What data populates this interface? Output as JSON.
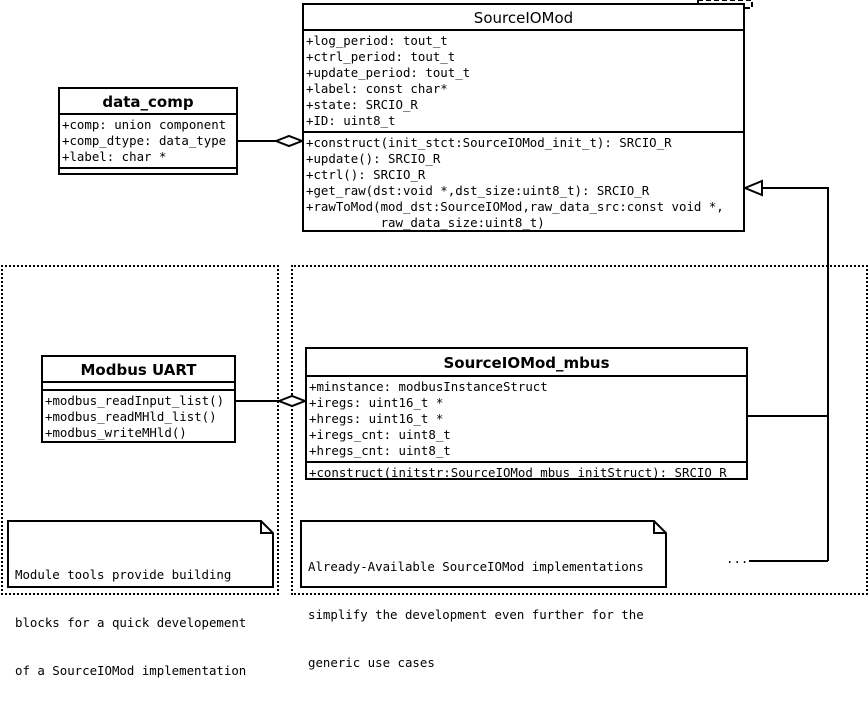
{
  "classes": {
    "source_io_mod": {
      "name": "SourceIOMod",
      "attributes": [
        "+log_period: tout_t",
        "+ctrl_period: tout_t",
        "+update_period: tout_t",
        "+label: const char*",
        "+state: SRCIO_R",
        "+ID: uint8_t"
      ],
      "methods": [
        "+construct(init_stct:SourceIOMod_init_t): SRCIO_R",
        "+update(): SRCIO_R",
        "+ctrl(): SRCIO_R",
        "+get_raw(dst:void *,dst_size:uint8_t): SRCIO_R",
        "+rawToMod(mod_dst:SourceIOMod,raw_data_src:const void *,",
        "          raw_data_size:uint8_t)"
      ]
    },
    "data_comp": {
      "name": "data_comp",
      "attributes": [
        "+comp: union component",
        "+comp_dtype: data_type",
        "+label: char *"
      ],
      "methods": []
    },
    "modbus_uart": {
      "name": "Modbus UART",
      "attributes": [],
      "methods": [
        "+modbus_readInput_list()",
        "+modbus_readMHld_list()",
        "+modbus_writeMHld()"
      ]
    },
    "source_io_mod_mbus": {
      "name": "SourceIOMod_mbus",
      "attributes": [
        "+minstance: modbusInstanceStruct",
        "+iregs: uint16_t *",
        "+hregs: uint16_t *",
        "+iregs_cnt: uint8_t",
        "+hregs_cnt: uint8_t"
      ],
      "methods": [
        "+construct(initstr:SourceIOMod_mbus_initStruct): SRCIO_R"
      ]
    }
  },
  "notes": {
    "module_tools": [
      "Module tools provide building",
      "blocks for a quick developement",
      "of a SourceIOMod implementation"
    ],
    "available_impl": [
      "Already-Available SourceIOMod implementations",
      "simplify the development even further for the",
      "generic use cases"
    ]
  },
  "ellipsis": "..."
}
